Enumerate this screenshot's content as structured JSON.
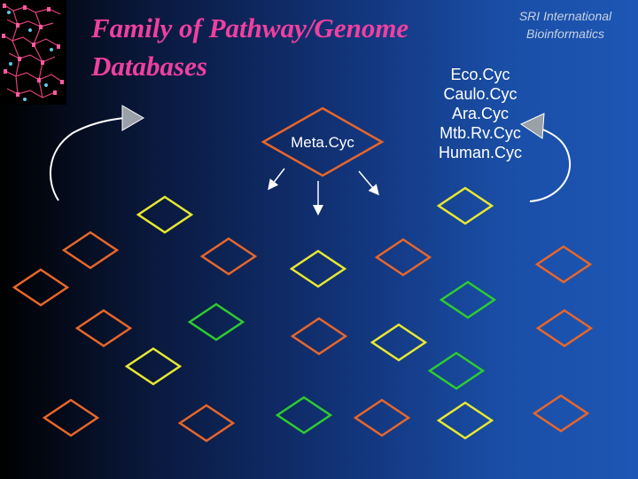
{
  "title_lines": [
    "Family of Pathway/Genome",
    "Databases"
  ],
  "organization": [
    "SRI International",
    "Bioinformatics"
  ],
  "center_label": "Meta.Cyc",
  "databases": [
    "Eco.Cyc",
    "Caulo.Cyc",
    "Ara.Cyc",
    "Mtb.Rv.Cyc",
    "Human.Cyc"
  ],
  "colors": {
    "title": "#f040a0",
    "orange": "#e8662a",
    "yellow": "#e8e830",
    "green": "#2ecc2e",
    "arrow_gray": "#9aa0a8"
  }
}
